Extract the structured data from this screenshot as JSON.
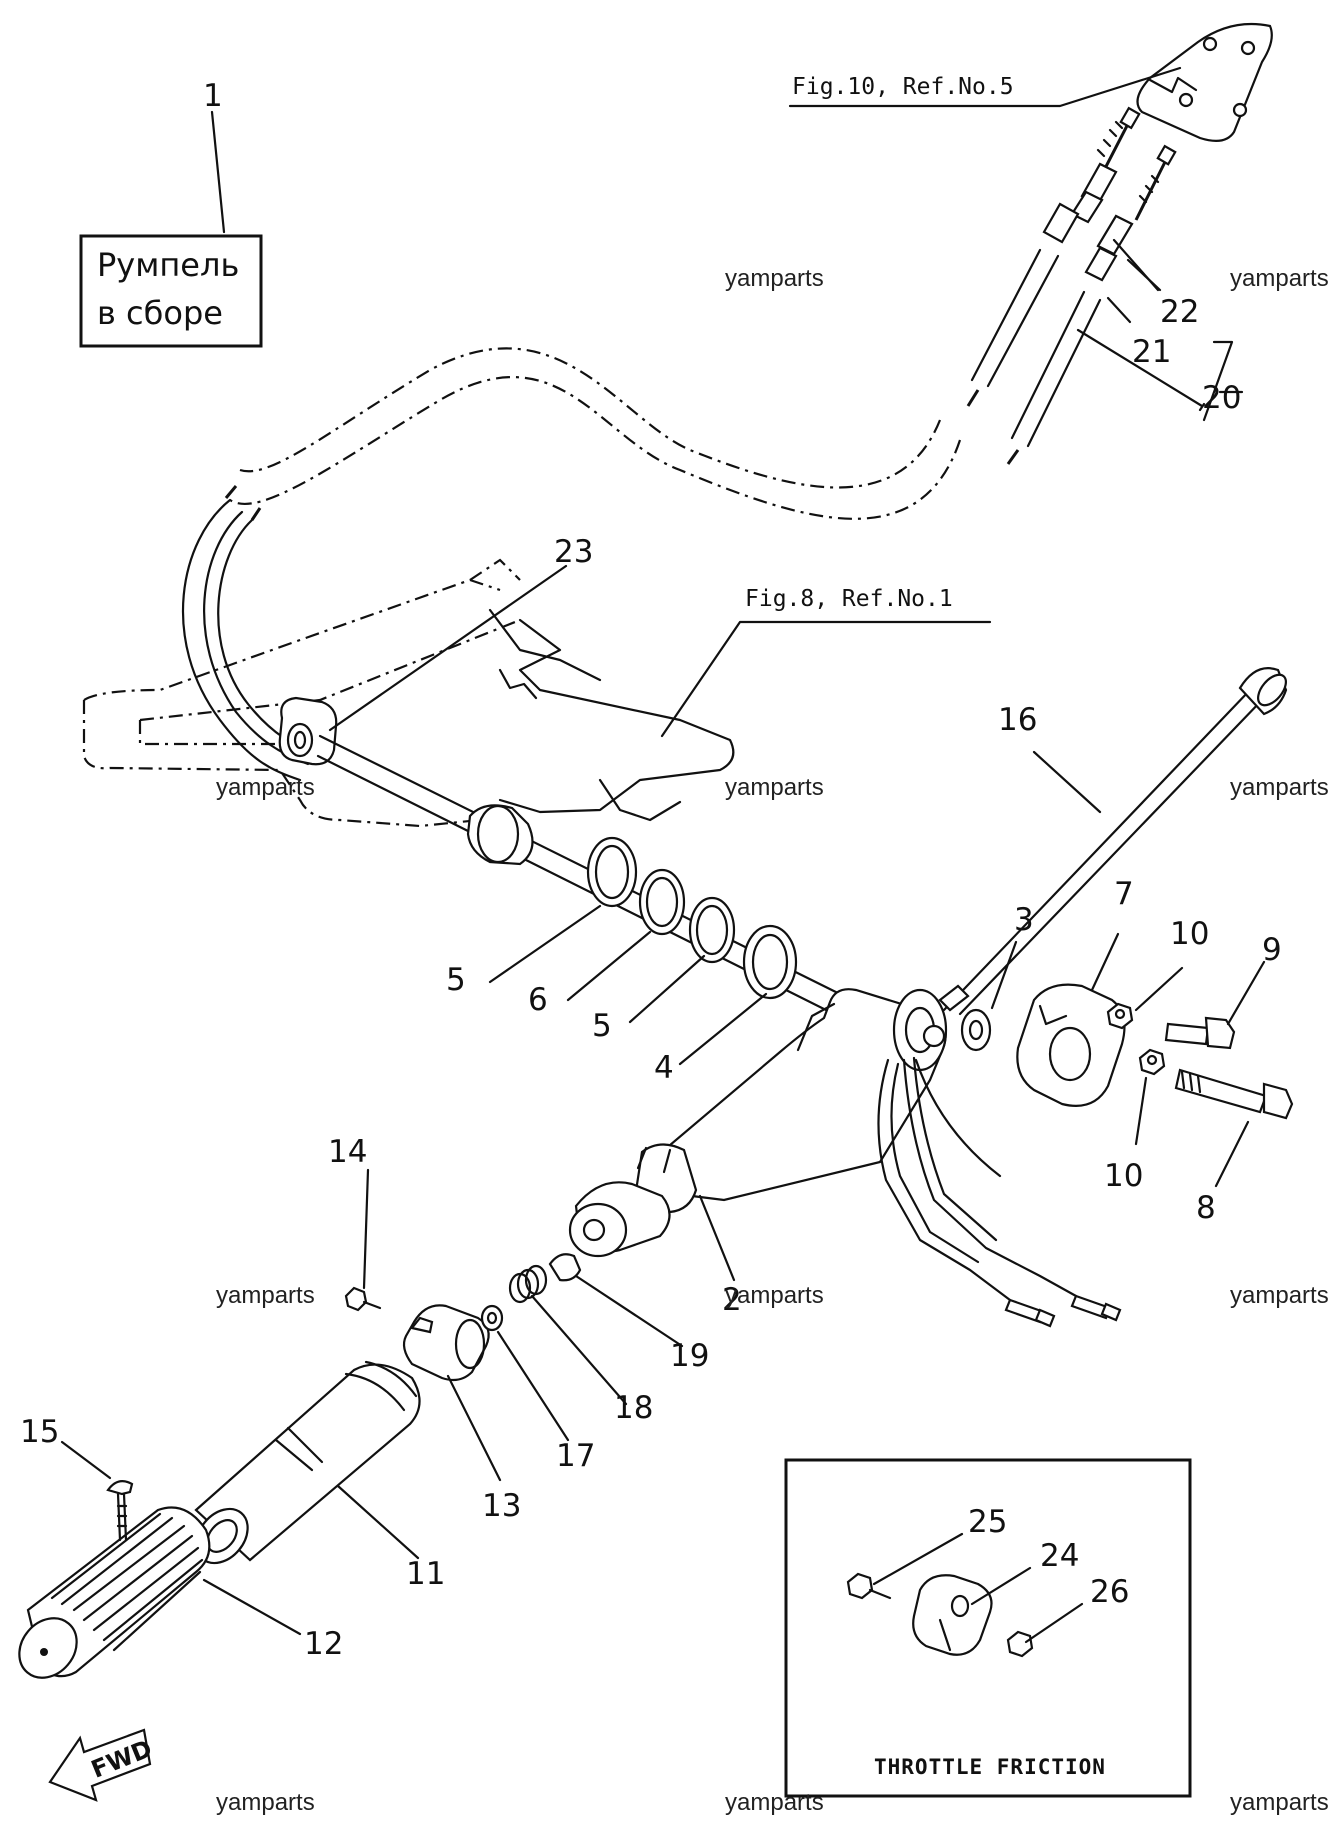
{
  "callout_box": {
    "line1": "Румпель",
    "line2": "в сборе"
  },
  "references": {
    "fig10": "Fig.10, Ref.No.5",
    "fig8": "Fig.8, Ref.No.1"
  },
  "parts": [
    {
      "id": "p1",
      "label": "1"
    },
    {
      "id": "p2",
      "label": "2"
    },
    {
      "id": "p3",
      "label": "3"
    },
    {
      "id": "p4",
      "label": "4"
    },
    {
      "id": "p5a",
      "label": "5"
    },
    {
      "id": "p5b",
      "label": "5"
    },
    {
      "id": "p6",
      "label": "6"
    },
    {
      "id": "p7",
      "label": "7"
    },
    {
      "id": "p8",
      "label": "8"
    },
    {
      "id": "p9",
      "label": "9"
    },
    {
      "id": "p10a",
      "label": "10"
    },
    {
      "id": "p10b",
      "label": "10"
    },
    {
      "id": "p11",
      "label": "11"
    },
    {
      "id": "p12",
      "label": "12"
    },
    {
      "id": "p13",
      "label": "13"
    },
    {
      "id": "p14",
      "label": "14"
    },
    {
      "id": "p15",
      "label": "15"
    },
    {
      "id": "p16",
      "label": "16"
    },
    {
      "id": "p17",
      "label": "17"
    },
    {
      "id": "p18",
      "label": "18"
    },
    {
      "id": "p19",
      "label": "19"
    },
    {
      "id": "p20",
      "label": "20"
    },
    {
      "id": "p21",
      "label": "21"
    },
    {
      "id": "p22",
      "label": "22"
    },
    {
      "id": "p23",
      "label": "23"
    },
    {
      "id": "p24",
      "label": "24"
    },
    {
      "id": "p25",
      "label": "25"
    },
    {
      "id": "p26",
      "label": "26"
    }
  ],
  "inset": {
    "title": "THROTTLE FRICTION"
  },
  "direction_arrow": {
    "label": "FWD"
  },
  "watermark": "yamparts"
}
